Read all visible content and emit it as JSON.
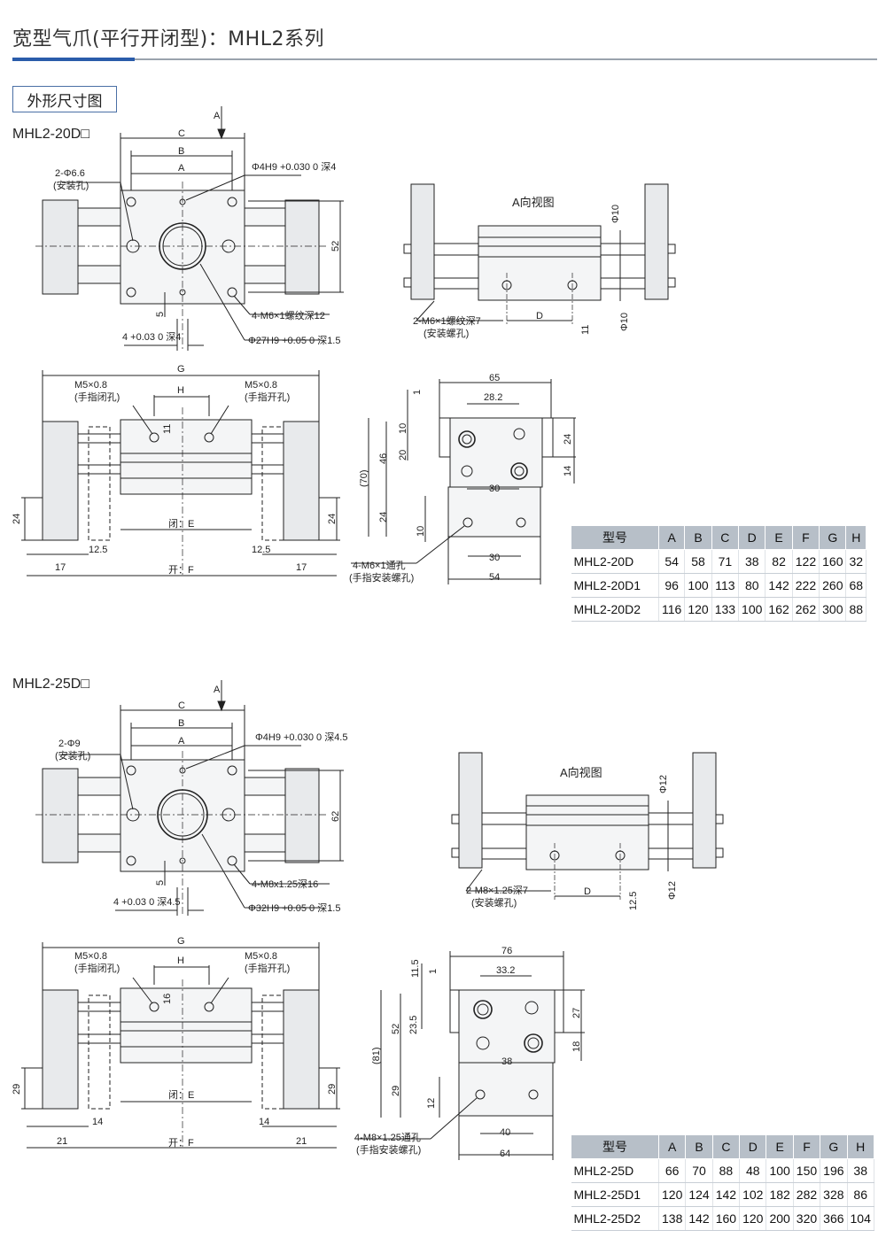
{
  "title": "宽型气爪(平行开闭型)：MHL2系列",
  "section_title": "外形尺寸图",
  "colors": {
    "accent": "#2a5caa",
    "table_header": "#b7bfc8",
    "part": "#e8eaec",
    "line": "#222222"
  },
  "series": [
    {
      "label": "MHL2-20D□",
      "top": {
        "view_arrow": "A",
        "dims": [
          "C",
          "B",
          "A"
        ],
        "mount_hole": [
          "2-Φ6.6",
          "(安装孔)"
        ],
        "pin_hole": "Φ4H9 +0.030 0 深4",
        "height": "52",
        "tap": "4-M6×1螺纹深12",
        "bore": "Φ27H9 +0.05 0 深1.5",
        "offset": "5",
        "slot": "4 +0.03 0 深4"
      },
      "view_a": {
        "title": "A向视图",
        "phi_top": "Φ10",
        "phi_bottom": "Φ10",
        "tap": [
          "2-M6×1螺纹深7",
          "(安装螺孔)"
        ],
        "d_label": "D",
        "offset": "11"
      },
      "front": {
        "g_label": "G",
        "h_label": "H",
        "port_close": [
          "M5×0.8",
          "(手指闭孔)"
        ],
        "port_open": [
          "M5×0.8",
          "(手指开孔)"
        ],
        "h_offset": "11",
        "e_label": "闭：E",
        "f_label": "开：F",
        "finger_h": "24",
        "finger_w": "12.5",
        "end_w": "17"
      },
      "side": {
        "w_total": "65",
        "w_pitch": "28.2",
        "dims_left": [
          "1",
          "10",
          "20",
          "46",
          "(70)",
          "24",
          "10"
        ],
        "dims_right": [
          "24",
          "14"
        ],
        "w_mid": "30",
        "w_low": "30",
        "w_bottom": "54",
        "tap": [
          "4-M6×1通孔",
          "(手指安装螺孔)"
        ]
      },
      "table": {
        "headers": [
          "型号",
          "A",
          "B",
          "C",
          "D",
          "E",
          "F",
          "G",
          "H"
        ],
        "rows": [
          [
            "MHL2-20D",
            "54",
            "58",
            "71",
            "38",
            "82",
            "122",
            "160",
            "32"
          ],
          [
            "MHL2-20D1",
            "96",
            "100",
            "113",
            "80",
            "142",
            "222",
            "260",
            "68"
          ],
          [
            "MHL2-20D2",
            "116",
            "120",
            "133",
            "100",
            "162",
            "262",
            "300",
            "88"
          ]
        ]
      }
    },
    {
      "label": "MHL2-25D□",
      "top": {
        "view_arrow": "A",
        "dims": [
          "C",
          "B",
          "A"
        ],
        "mount_hole": [
          "2-Φ9",
          "(安装孔)"
        ],
        "pin_hole": "Φ4H9 +0.030 0 深4.5",
        "height": "62",
        "tap": "4-M8x1.25深16",
        "bore": "Φ32H9 +0.05 0 深1.5",
        "offset": "5",
        "slot": "4 +0.03 0 深4.5"
      },
      "view_a": {
        "title": "A向视图",
        "phi_top": "Φ12",
        "phi_bottom": "Φ12",
        "tap": [
          "2-M8×1.25深7",
          "(安装螺孔)"
        ],
        "d_label": "D",
        "offset": "12.5"
      },
      "front": {
        "g_label": "G",
        "h_label": "H",
        "port_close": [
          "M5×0.8",
          "(手指闭孔)"
        ],
        "port_open": [
          "M5×0.8",
          "(手指开孔)"
        ],
        "h_offset": "16",
        "e_label": "闭：E",
        "f_label": "开：F",
        "finger_h": "29",
        "finger_w": "14",
        "end_w": "21"
      },
      "side": {
        "w_total": "76",
        "w_pitch": "33.2",
        "dims_left": [
          "11.5",
          "1",
          "23.5",
          "52",
          "(81)",
          "29",
          "12"
        ],
        "dims_right": [
          "27",
          "18"
        ],
        "w_mid": "38",
        "w_low": "40",
        "w_bottom": "64",
        "tap": [
          "4-M8×1.25通孔",
          "(手指安装螺孔)"
        ]
      },
      "table": {
        "headers": [
          "型号",
          "A",
          "B",
          "C",
          "D",
          "E",
          "F",
          "G",
          "H"
        ],
        "rows": [
          [
            "MHL2-25D",
            "66",
            "70",
            "88",
            "48",
            "100",
            "150",
            "196",
            "38"
          ],
          [
            "MHL2-25D1",
            "120",
            "124",
            "142",
            "102",
            "182",
            "282",
            "328",
            "86"
          ],
          [
            "MHL2-25D2",
            "138",
            "142",
            "160",
            "120",
            "200",
            "320",
            "366",
            "104"
          ]
        ]
      }
    }
  ]
}
